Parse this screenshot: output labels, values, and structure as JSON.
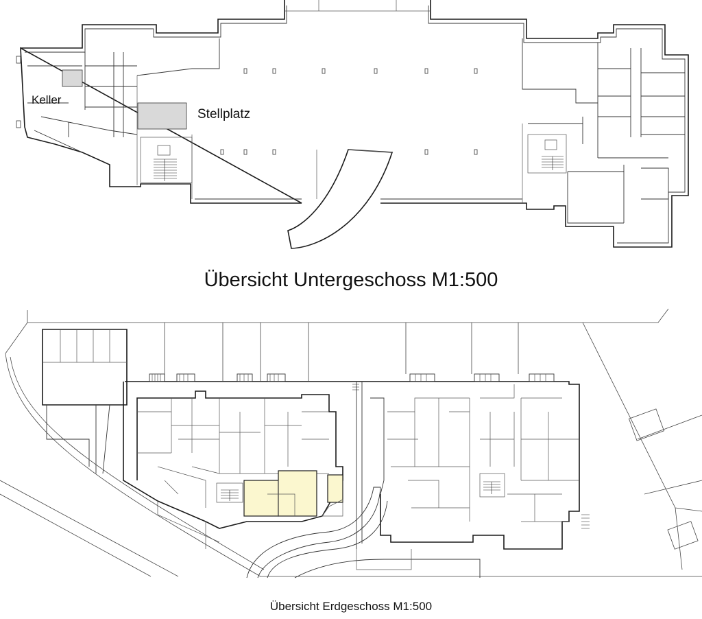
{
  "labels": {
    "keller": "Keller",
    "stellplatz": "Stellplatz"
  },
  "titles": {
    "untergeschoss": "Übersicht Untergeschoss M1:500",
    "erdgeschoss": "Übersicht Erdgeschoss M1:500"
  },
  "colors": {
    "highlight_unit": "#fbf7cf",
    "storage_fill": "#d9d9d9"
  }
}
